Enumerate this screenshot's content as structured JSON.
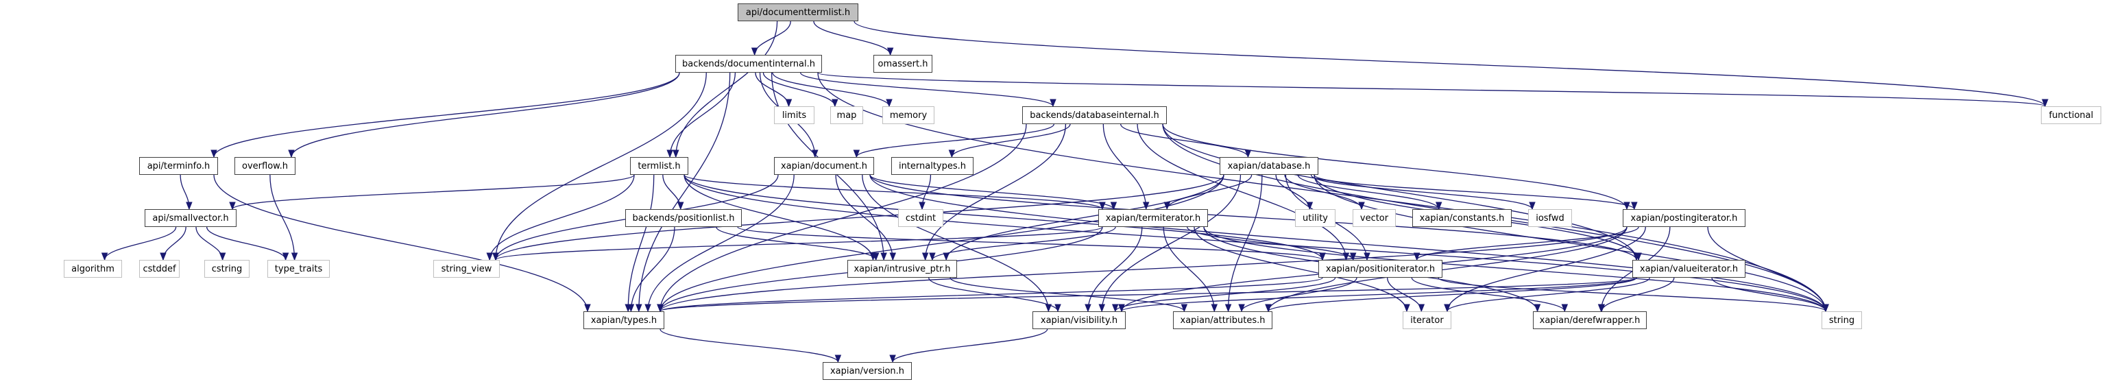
{
  "title": "api/documenttermlist.h include dependency graph",
  "colors": {
    "edge": "#191970",
    "root_fill": "#bfbfbf",
    "local_border": "#404040",
    "system_border": "#bfbfbf"
  },
  "nodes": [
    {
      "id": "documenttermlist",
      "label": "api/documenttermlist.h",
      "kind": "root"
    },
    {
      "id": "documentinternal",
      "label": "backends/documentinternal.h",
      "kind": "local"
    },
    {
      "id": "omassert",
      "label": "omassert.h",
      "kind": "local"
    },
    {
      "id": "limits",
      "label": "limits",
      "kind": "system"
    },
    {
      "id": "map",
      "label": "map",
      "kind": "system"
    },
    {
      "id": "memory",
      "label": "memory",
      "kind": "system"
    },
    {
      "id": "databaseinternal",
      "label": "backends/databaseinternal.h",
      "kind": "local"
    },
    {
      "id": "functional",
      "label": "functional",
      "kind": "system"
    },
    {
      "id": "terminfo",
      "label": "api/terminfo.h",
      "kind": "local"
    },
    {
      "id": "overflow",
      "label": "overflow.h",
      "kind": "local"
    },
    {
      "id": "termlist",
      "label": "termlist.h",
      "kind": "local"
    },
    {
      "id": "document",
      "label": "xapian/document.h",
      "kind": "local"
    },
    {
      "id": "internaltypes",
      "label": "internaltypes.h",
      "kind": "local"
    },
    {
      "id": "database",
      "label": "xapian/database.h",
      "kind": "local"
    },
    {
      "id": "smallvector",
      "label": "api/smallvector.h",
      "kind": "local"
    },
    {
      "id": "positionlist",
      "label": "backends/positionlist.h",
      "kind": "local"
    },
    {
      "id": "cstdint",
      "label": "cstdint",
      "kind": "system"
    },
    {
      "id": "termiterator",
      "label": "xapian/termiterator.h",
      "kind": "local"
    },
    {
      "id": "utility",
      "label": "utility",
      "kind": "system"
    },
    {
      "id": "vector",
      "label": "vector",
      "kind": "system"
    },
    {
      "id": "constants",
      "label": "xapian/constants.h",
      "kind": "local"
    },
    {
      "id": "iosfwd",
      "label": "iosfwd",
      "kind": "system"
    },
    {
      "id": "postingiterator",
      "label": "xapian/postingiterator.h",
      "kind": "local"
    },
    {
      "id": "algorithm",
      "label": "algorithm",
      "kind": "system"
    },
    {
      "id": "cstddef",
      "label": "cstddef",
      "kind": "system"
    },
    {
      "id": "cstring",
      "label": "cstring",
      "kind": "system"
    },
    {
      "id": "type_traits",
      "label": "type_traits",
      "kind": "system"
    },
    {
      "id": "string_view",
      "label": "string_view",
      "kind": "system"
    },
    {
      "id": "intrusive_ptr",
      "label": "xapian/intrusive_ptr.h",
      "kind": "local"
    },
    {
      "id": "positioniterator",
      "label": "xapian/positioniterator.h",
      "kind": "local"
    },
    {
      "id": "valueiterator",
      "label": "xapian/valueiterator.h",
      "kind": "local"
    },
    {
      "id": "types",
      "label": "xapian/types.h",
      "kind": "local"
    },
    {
      "id": "visibility",
      "label": "xapian/visibility.h",
      "kind": "local"
    },
    {
      "id": "attributes",
      "label": "xapian/attributes.h",
      "kind": "local"
    },
    {
      "id": "iterator",
      "label": "iterator",
      "kind": "system"
    },
    {
      "id": "derefwrapper",
      "label": "xapian/derefwrapper.h",
      "kind": "local"
    },
    {
      "id": "string",
      "label": "string",
      "kind": "system"
    },
    {
      "id": "version",
      "label": "xapian/version.h",
      "kind": "local"
    }
  ],
  "edges": [
    [
      "documenttermlist",
      "documentinternal"
    ],
    [
      "documenttermlist",
      "omassert"
    ],
    [
      "documenttermlist",
      "termlist"
    ],
    [
      "documenttermlist",
      "functional"
    ],
    [
      "documentinternal",
      "limits"
    ],
    [
      "documentinternal",
      "map"
    ],
    [
      "documentinternal",
      "memory"
    ],
    [
      "documentinternal",
      "databaseinternal"
    ],
    [
      "documentinternal",
      "functional"
    ],
    [
      "documentinternal",
      "string"
    ],
    [
      "documentinternal",
      "terminfo"
    ],
    [
      "documentinternal",
      "overflow"
    ],
    [
      "documentinternal",
      "termlist"
    ],
    [
      "documentinternal",
      "document"
    ],
    [
      "documentinternal",
      "types"
    ],
    [
      "documentinternal",
      "string_view"
    ],
    [
      "documentinternal",
      "intrusive_ptr"
    ],
    [
      "databaseinternal",
      "document"
    ],
    [
      "databaseinternal",
      "internaltypes"
    ],
    [
      "databaseinternal",
      "database"
    ],
    [
      "databaseinternal",
      "termiterator"
    ],
    [
      "databaseinternal",
      "intrusive_ptr"
    ],
    [
      "databaseinternal",
      "types"
    ],
    [
      "databaseinternal",
      "postingiterator"
    ],
    [
      "databaseinternal",
      "positioniterator"
    ],
    [
      "databaseinternal",
      "valueiterator"
    ],
    [
      "databaseinternal",
      "string"
    ],
    [
      "terminfo",
      "smallvector"
    ],
    [
      "terminfo",
      "types"
    ],
    [
      "overflow",
      "type_traits"
    ],
    [
      "termlist",
      "smallvector"
    ],
    [
      "termlist",
      "positionlist"
    ],
    [
      "termlist",
      "termiterator"
    ],
    [
      "termlist",
      "intrusive_ptr"
    ],
    [
      "termlist",
      "string_view"
    ],
    [
      "termlist",
      "types"
    ],
    [
      "termlist",
      "positioniterator"
    ],
    [
      "termlist",
      "string"
    ],
    [
      "document",
      "intrusive_ptr"
    ],
    [
      "document",
      "termiterator"
    ],
    [
      "document",
      "valueiterator"
    ],
    [
      "document",
      "types"
    ],
    [
      "document",
      "visibility"
    ],
    [
      "document",
      "string_view"
    ],
    [
      "document",
      "string"
    ],
    [
      "internaltypes",
      "cstdint"
    ],
    [
      "database",
      "termiterator"
    ],
    [
      "database",
      "utility"
    ],
    [
      "database",
      "vector"
    ],
    [
      "database",
      "constants"
    ],
    [
      "database",
      "iosfwd"
    ],
    [
      "database",
      "postingiterator"
    ],
    [
      "database",
      "positioniterator"
    ],
    [
      "database",
      "valueiterator"
    ],
    [
      "database",
      "intrusive_ptr"
    ],
    [
      "database",
      "types"
    ],
    [
      "database",
      "visibility"
    ],
    [
      "database",
      "attributes"
    ],
    [
      "database",
      "string"
    ],
    [
      "database",
      "string_view"
    ],
    [
      "smallvector",
      "algorithm"
    ],
    [
      "smallvector",
      "cstddef"
    ],
    [
      "smallvector",
      "cstring"
    ],
    [
      "smallvector",
      "type_traits"
    ],
    [
      "positionlist",
      "types"
    ],
    [
      "positionlist",
      "intrusive_ptr"
    ],
    [
      "positionlist",
      "positioniterator"
    ],
    [
      "termiterator",
      "string_view"
    ],
    [
      "termiterator",
      "intrusive_ptr"
    ],
    [
      "termiterator",
      "positioniterator"
    ],
    [
      "termiterator",
      "types"
    ],
    [
      "termiterator",
      "visibility"
    ],
    [
      "termiterator",
      "attributes"
    ],
    [
      "termiterator",
      "iterator"
    ],
    [
      "termiterator",
      "derefwrapper"
    ],
    [
      "termiterator",
      "string"
    ],
    [
      "postingiterator",
      "positioniterator"
    ],
    [
      "postingiterator",
      "types"
    ],
    [
      "postingiterator",
      "visibility"
    ],
    [
      "postingiterator",
      "attributes"
    ],
    [
      "postingiterator",
      "iterator"
    ],
    [
      "postingiterator",
      "derefwrapper"
    ],
    [
      "postingiterator",
      "string"
    ],
    [
      "intrusive_ptr",
      "visibility"
    ],
    [
      "intrusive_ptr",
      "attributes"
    ],
    [
      "positioniterator",
      "types"
    ],
    [
      "positioniterator",
      "visibility"
    ],
    [
      "positioniterator",
      "attributes"
    ],
    [
      "positioniterator",
      "iterator"
    ],
    [
      "positioniterator",
      "derefwrapper"
    ],
    [
      "positioniterator",
      "string"
    ],
    [
      "valueiterator",
      "types"
    ],
    [
      "valueiterator",
      "visibility"
    ],
    [
      "valueiterator",
      "attributes"
    ],
    [
      "valueiterator",
      "iterator"
    ],
    [
      "valueiterator",
      "derefwrapper"
    ],
    [
      "valueiterator",
      "string"
    ],
    [
      "types",
      "version"
    ],
    [
      "visibility",
      "version"
    ]
  ]
}
